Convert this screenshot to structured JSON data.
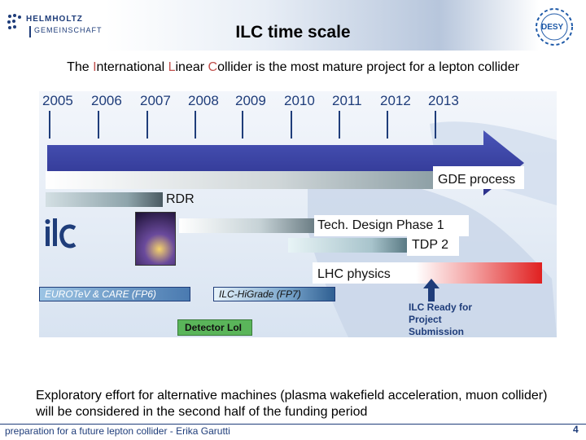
{
  "header": {
    "org_line1": "HELMHOLTZ",
    "org_line2": "GEMEINSCHAFT",
    "title": "ILC time scale",
    "right_logo_text": "DESY"
  },
  "subtitle": {
    "before1": "The ",
    "hl1": "I",
    "mid1": "nternational ",
    "hl2": "L",
    "mid2": "inear ",
    "hl3": "C",
    "after": "ollider is the most mature project for a lepton collider"
  },
  "timeline": {
    "years": [
      "2005",
      "2006",
      "2007",
      "2008",
      "2009",
      "2010",
      "2011",
      "2012",
      "2013"
    ],
    "bars": [
      {
        "label": "GDE process"
      },
      {
        "label": "RDR"
      },
      {
        "label": "Tech. Design Phase 1"
      },
      {
        "label": "TDP 2"
      },
      {
        "label": "LHC physics"
      }
    ],
    "boxes": {
      "eurotev": "EUROTeV & CARE (FP6)",
      "ilc_higrade": "ILC-HiGrade (FP7)",
      "detector_loi": "Detector LoI"
    },
    "ilc_logo_text": "ilc",
    "milestone": [
      "ILC Ready for",
      "Project",
      "Submission"
    ]
  },
  "bottom_text": "Exploratory effort for alternative machines (plasma wakefield acceleration, muon collider) will be considered in the second half of the funding period",
  "footer": {
    "text": "preparation for a future lepton collider -  Erika Garutti",
    "page": "4"
  }
}
